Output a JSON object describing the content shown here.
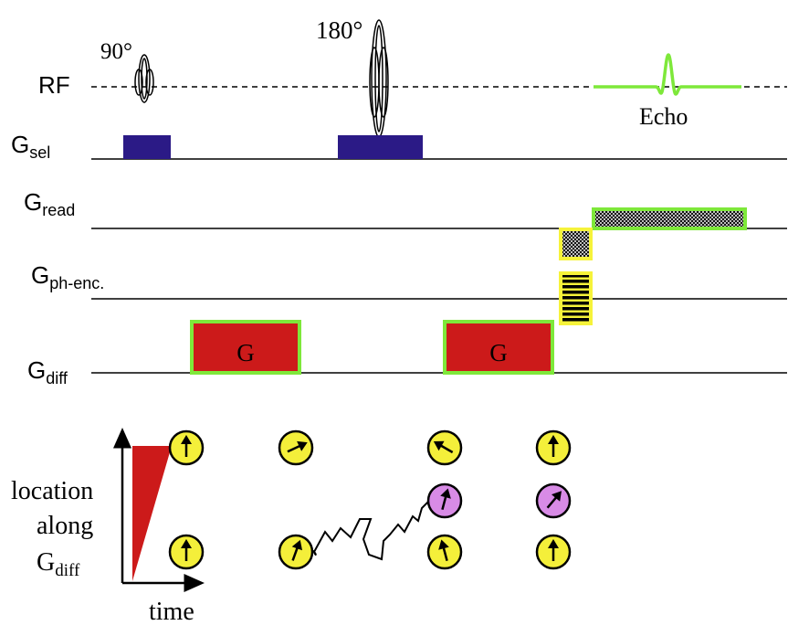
{
  "rf": {
    "label": "RF",
    "pulse90": "90°",
    "pulse180": "180°",
    "echo": "Echo"
  },
  "gradients": {
    "sel": {
      "base": "G",
      "sub": "sel"
    },
    "read": {
      "base": "G",
      "sub": "read"
    },
    "phase": {
      "base": "G",
      "sub": "ph-enc."
    },
    "diff": {
      "base": "G",
      "sub": "diff"
    }
  },
  "diffusion_lobe_label": "G",
  "spin_diagram": {
    "location_label": [
      "location",
      "along"
    ],
    "gdiff_base": "G",
    "gdiff_sub": "diff",
    "time_label": "time"
  },
  "colors": {
    "slice_select": "#2b1a86",
    "diffusion": "#cc1a1a",
    "highlight_green": "#7ee83a",
    "highlight_yellow": "#f6f33a",
    "spin_yellow": "#f4ef3a",
    "spin_magenta": "#d88be6"
  },
  "spins": [
    {
      "name": "spin-col1-top",
      "angle": 0,
      "color": "yellow"
    },
    {
      "name": "spin-col1-bottom",
      "angle": 0,
      "color": "yellow"
    },
    {
      "name": "spin-col2-top",
      "angle": 65,
      "color": "yellow"
    },
    {
      "name": "spin-col2-bottom",
      "angle": 20,
      "color": "yellow"
    },
    {
      "name": "spin-col3-top",
      "angle": -60,
      "color": "yellow"
    },
    {
      "name": "spin-col3-middle",
      "angle": 15,
      "color": "magenta"
    },
    {
      "name": "spin-col3-bottom",
      "angle": -15,
      "color": "yellow"
    },
    {
      "name": "spin-col4-top",
      "angle": 0,
      "color": "yellow"
    },
    {
      "name": "spin-col4-middle",
      "angle": 40,
      "color": "magenta"
    },
    {
      "name": "spin-col4-bottom",
      "angle": 0,
      "color": "yellow"
    }
  ]
}
